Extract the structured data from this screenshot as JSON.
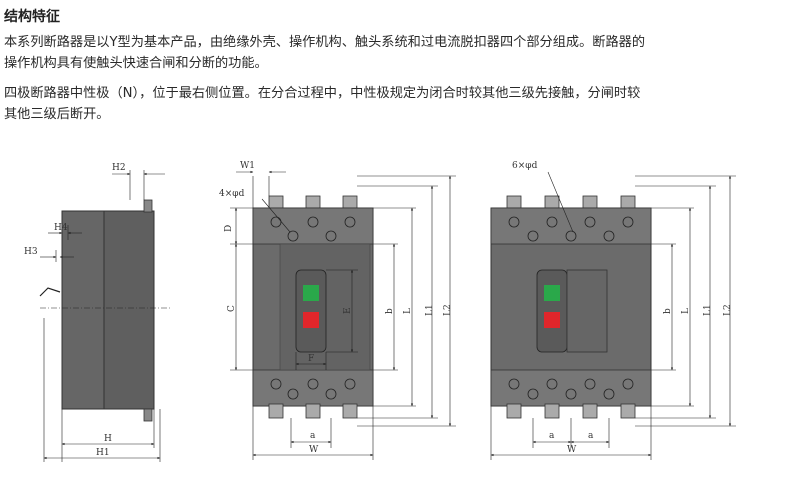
{
  "heading": "结构特征",
  "paragraphs": [
    [
      "本系列断路器是以Y型为基本产品，由绝缘外壳、操作机构、触头系统和过电流脱扣器四个部分组成。断路器的",
      "操作机构具有使触头快速合闸和分断的功能。"
    ],
    [
      "四极断路器中性极（N），位于最右侧位置。在分合过程中，中性极规定为闭合时较其他三级先接触，分闸时较",
      "其他三级后断开。"
    ]
  ],
  "labels": {
    "side": {
      "h1": "H1",
      "h": "H",
      "h2": "H2",
      "h3": "H3",
      "h4": "H4"
    },
    "three_pole": {
      "holes": "4×φd",
      "w1": "W1",
      "d": "D",
      "c": "C",
      "e": "E",
      "f": "F",
      "a": "a",
      "w": "W",
      "b": "b",
      "l": "L",
      "l1": "L1",
      "l2": "L2"
    },
    "four_pole": {
      "holes": "6×φd",
      "a1": "a",
      "a2": "a",
      "w": "W",
      "b": "b",
      "l": "L",
      "l1": "L1",
      "l2": "L2"
    }
  },
  "colors": {
    "body": "#6b6b6b",
    "body_dark": "#555555",
    "green": "#2aa84a",
    "red": "#e0262b",
    "line": "#222222"
  }
}
